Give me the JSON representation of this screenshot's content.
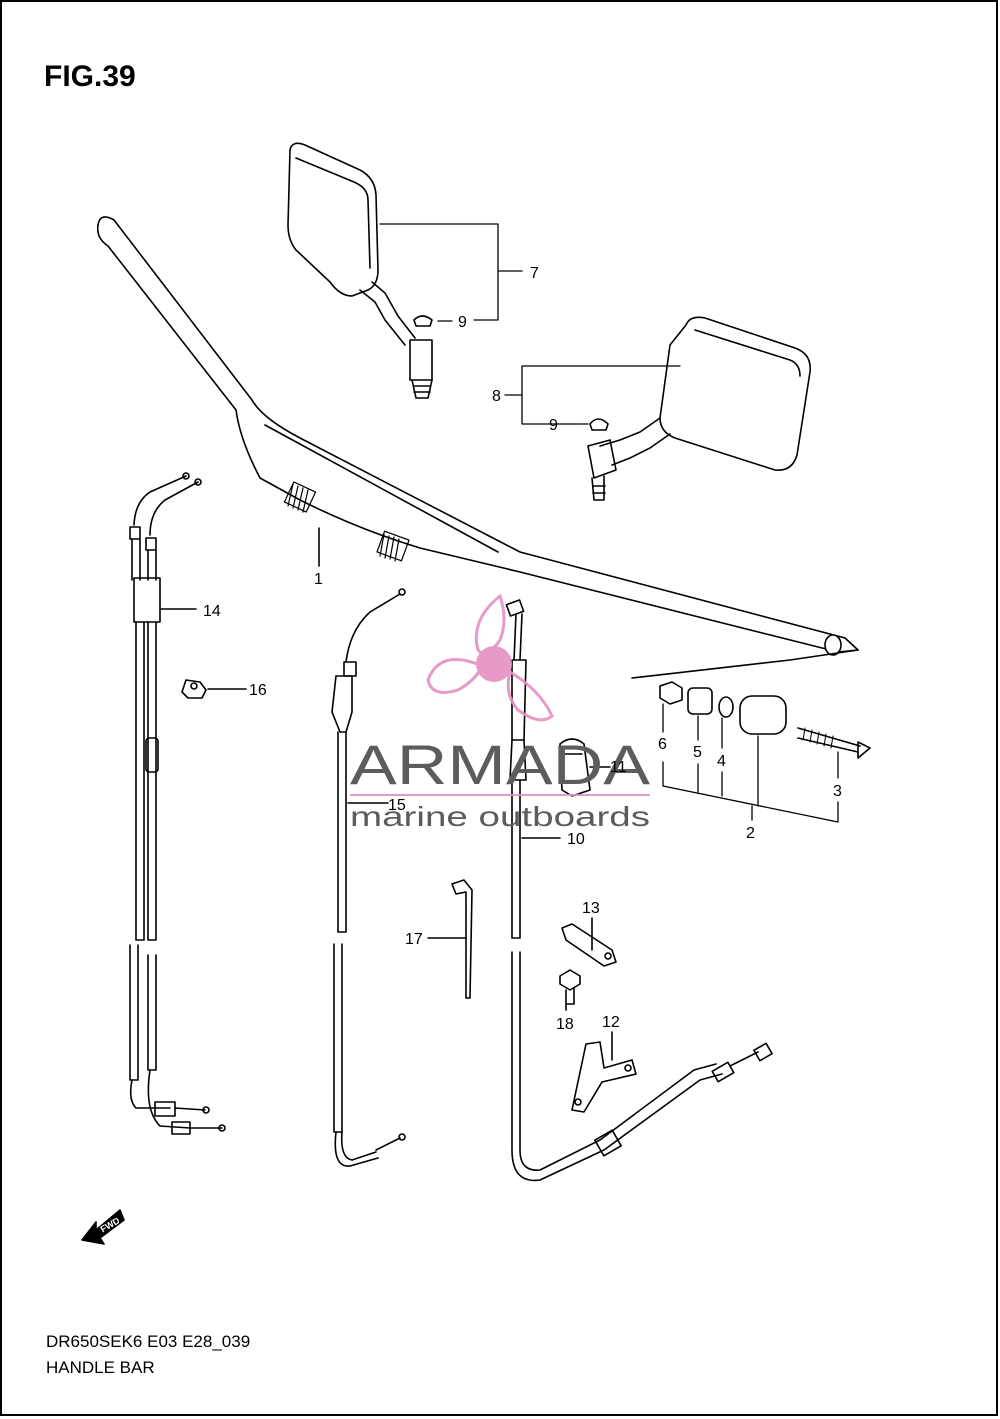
{
  "figure": {
    "title": "FIG.39",
    "code": "DR650SEK6 E03 E28_039",
    "caption": "HANDLE BAR"
  },
  "callouts": {
    "c1": "1",
    "c2": "2",
    "c3": "3",
    "c4": "4",
    "c5": "5",
    "c6": "6",
    "c7": "7",
    "c8": "8",
    "c9a": "9",
    "c9b": "9",
    "c10": "10",
    "c11": "11",
    "c12": "12",
    "c13": "13",
    "c14": "14",
    "c15": "15",
    "c16": "16",
    "c17": "17",
    "c18": "18"
  },
  "direction_badge": "FWD",
  "watermark": {
    "brand": "ARMADA",
    "tagline": "marine outboards",
    "colors": {
      "primary": "#e58fc2",
      "text": "#5c5c5c",
      "rule": "#e58fc2"
    }
  },
  "colors": {
    "line": "#000000",
    "background": "#ffffff"
  }
}
